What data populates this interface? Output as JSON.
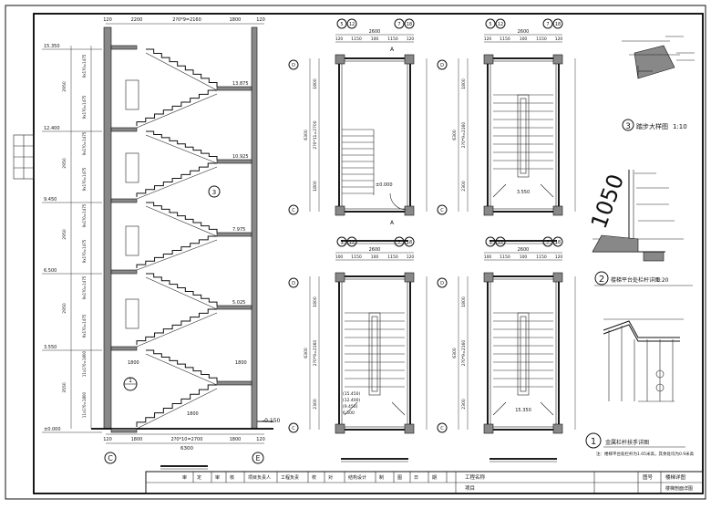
{
  "section": {
    "top_dims": [
      "120",
      "2200",
      "2?0*9=2160",
      "1800",
      "120"
    ],
    "bottom_dims": [
      "120",
      "1800",
      "2?0*10=2700",
      "1800",
      "120"
    ],
    "bottom_total": "6300",
    "axis_left": "C",
    "axis_right": "E",
    "levels": [
      "15.350",
      "12.400",
      "9.450",
      "6.500",
      "3.550",
      "±0.000"
    ],
    "landings": [
      "13.875",
      "10.925",
      "7.975",
      "5.025"
    ],
    "ground_level": "-0.150",
    "flight_dims": [
      "2950",
      "2950",
      "2950",
      "2950",
      "3550"
    ],
    "stair_labels": [
      "9x1?0=1475",
      "9x1?0=1475",
      "9x1?0=1475",
      "9x1?0=1475",
      "9x1?0=1475",
      "9x1?0=1475",
      "9x1?0=1475",
      "9x1?0=1475",
      "11x1?0=1800",
      "11x1?0=1800"
    ],
    "detail_mark": "1",
    "detail_mark_3": "3",
    "landing_1800": "1800",
    "mid_dims": [
      "1800",
      "1800"
    ]
  },
  "plans": [
    {
      "axes_top": [
        "5",
        "12",
        "7",
        "18"
      ],
      "top_dims": [
        "2600",
        "120",
        "1150",
        "100",
        "1150",
        "120"
      ],
      "axes_side": [
        "D",
        "C"
      ],
      "side_dims": [
        "1800",
        "2?0*11=2700",
        "1800"
      ],
      "total": "6300",
      "elevation": "±0.000",
      "cut": "A"
    },
    {
      "axes_top": [
        "5",
        "12",
        "7",
        "18"
      ],
      "top_dims": [
        "2600",
        "120",
        "1150",
        "100",
        "1150",
        "120"
      ],
      "axes_side": [
        "D",
        "C"
      ],
      "side_dims": [
        "1800",
        "2?0*9=2160",
        "2300"
      ],
      "total": "6300",
      "elevation": "3.550"
    },
    {
      "axes_top": [
        "5",
        "12",
        "7",
        "18"
      ],
      "top_dims": [
        "2600",
        "100",
        "1150",
        "100",
        "1150",
        "120"
      ],
      "axes_side": [
        "D",
        "C"
      ],
      "side_dims": [
        "1800",
        "2?0*9=2160",
        "2300"
      ],
      "total": "6300",
      "elevations": [
        "(15.450)",
        "(12.400)",
        "(9.450)",
        "6.500"
      ]
    },
    {
      "axes_top": [
        "5",
        "12",
        "7",
        "18"
      ],
      "top_dims": [
        "2600",
        "100",
        "1150",
        "100",
        "1150",
        "120"
      ],
      "axes_side": [
        "D",
        "C"
      ],
      "side_dims": [
        "1800",
        "2?0*9=2160",
        "2300"
      ],
      "total": "6300",
      "elevation": "15.350"
    }
  ],
  "details": {
    "d3_title": "踏步大样图",
    "d3_scale": "1:10",
    "d3_num": "3",
    "d2_title": "楼梯平台处栏杆详图",
    "d2_scale": "1:20",
    "d2_num": "2",
    "d1_title": "金属栏杆扶手详图",
    "d1_num": "1",
    "d1_note": "注：楼梯平台处栏杆为1.05米高，其余处均为0.9米高",
    "d2_watermark": "1050"
  },
  "title_block": {
    "cells": [
      "审",
      "定",
      "审",
      "核",
      "项目负责人",
      "工程负责",
      "校",
      "对",
      "结构设计",
      "制",
      "图",
      "日",
      "期"
    ],
    "project_label": "工程名称",
    "project_value": "",
    "drawing_label": "项目",
    "sheet_label": "图号",
    "drawing_title": "楼梯详图",
    "sheet_no": "楼梯剖面详图"
  }
}
